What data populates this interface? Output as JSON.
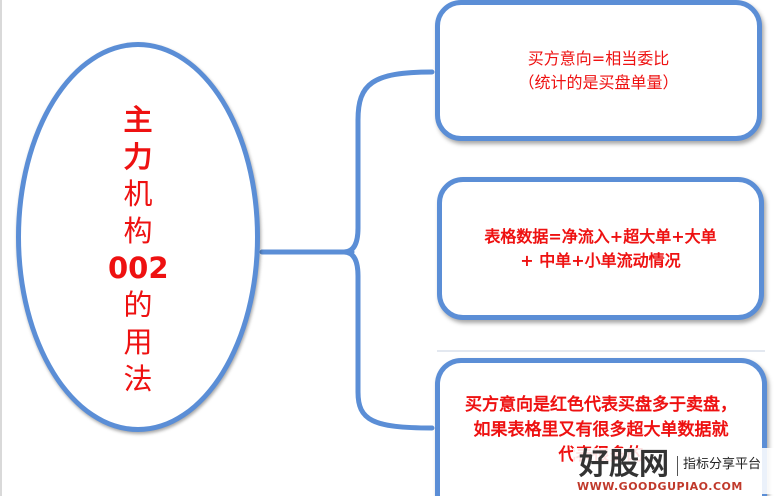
{
  "center": {
    "title_chars": [
      {
        "char": "主",
        "bold": true
      },
      {
        "char": "力",
        "bold": true
      },
      {
        "char": "机",
        "bold": false
      },
      {
        "char": "构",
        "bold": false
      },
      {
        "char": "002",
        "bold": true
      },
      {
        "char": "的",
        "bold": false
      },
      {
        "char": "用",
        "bold": false
      },
      {
        "char": "法",
        "bold": false
      }
    ]
  },
  "boxes": [
    {
      "lines": [
        "买方意向=相当委比",
        "（统计的是买盘单量）"
      ]
    },
    {
      "lines": [
        "表格数据=净流入+超大单+大单",
        "+ 中单+小单流动情况"
      ]
    },
    {
      "lines": [
        "买方意向是红色代表买盘多于卖盘，",
        "如果表格里又有很多超大单数据就",
        "代表很多的"
      ]
    }
  ],
  "watermark": {
    "brand": "好股网",
    "slogan": "指标分享平台",
    "url": "WWW.GOODGUPIAO.COM"
  },
  "colors": {
    "accent_blue": "#5b8ed6",
    "text_red": "#ee1111"
  }
}
